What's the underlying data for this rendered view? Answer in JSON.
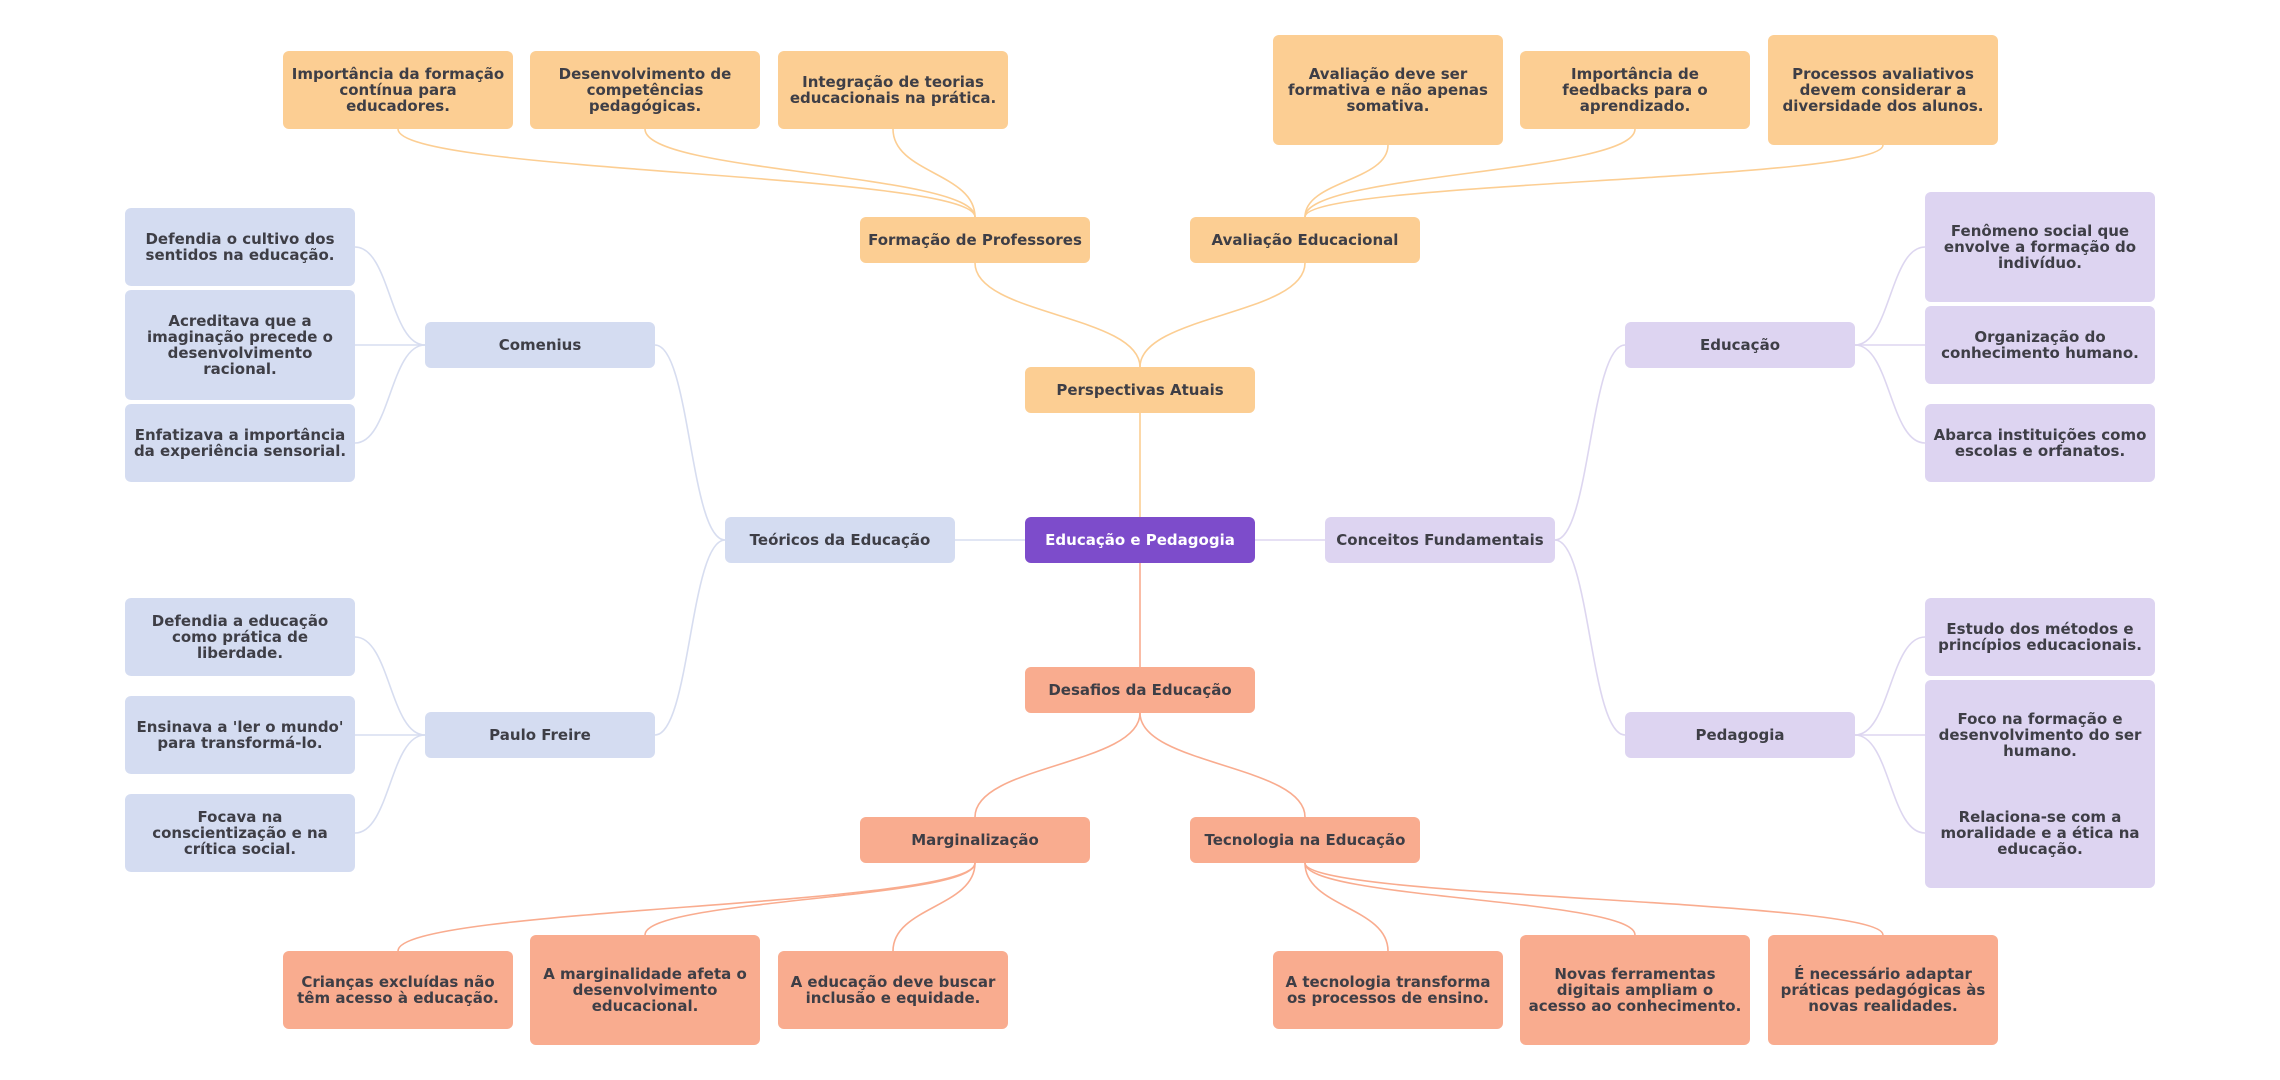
{
  "colors": {
    "root": "#7d4ccb",
    "perspectivas": "#fcce93",
    "desafios": "#f9ac8f",
    "teoricos": "#d4dcf1",
    "conceitos": "#ddd4f1",
    "link_orange": "#fcce93",
    "link_salmon": "#f9ac8f",
    "link_blue": "#d7ddf0",
    "link_purple": "#ddd6f0"
  },
  "root": "Educação e Pedagogia",
  "perspectivas": {
    "label": "Perspectivas Atuais",
    "formacao": {
      "label": "Formação de Professores",
      "items": [
        "Importância da formação contínua para educadores.",
        "Desenvolvimento de competências pedagógicas.",
        "Integração de teorias educacionais na prática."
      ]
    },
    "avaliacao": {
      "label": "Avaliação Educacional",
      "items": [
        "Avaliação deve ser formativa e não apenas somativa.",
        "Importância de feedbacks para o aprendizado.",
        "Processos avaliativos devem considerar a diversidade dos alunos."
      ]
    }
  },
  "desafios": {
    "label": "Desafios da Educação",
    "marginalizacao": {
      "label": "Marginalização",
      "items": [
        "Crianças excluídas não têm acesso à educação.",
        "A marginalidade afeta o desenvolvimento educacional.",
        "A educação deve buscar inclusão e equidade."
      ]
    },
    "tecnologia": {
      "label": "Tecnologia na Educação",
      "items": [
        "A tecnologia transforma os processos de ensino.",
        "Novas ferramentas digitais ampliam o acesso ao conhecimento.",
        "É necessário adaptar práticas pedagógicas às novas realidades."
      ]
    }
  },
  "teoricos": {
    "label": "Teóricos da Educação",
    "comenius": {
      "label": "Comenius",
      "items": [
        "Defendia o cultivo dos sentidos na educação.",
        "Acreditava que a imaginação precede o desenvolvimento racional.",
        "Enfatizava a importância da experiência sensorial."
      ]
    },
    "freire": {
      "label": "Paulo Freire",
      "items": [
        "Defendia a educação como prática de liberdade.",
        "Ensinava a 'ler o mundo' para transformá-lo.",
        "Focava na conscientização e na crítica social."
      ]
    }
  },
  "conceitos": {
    "label": "Conceitos Fundamentais",
    "educacao": {
      "label": "Educação",
      "items": [
        "Fenômeno social que envolve a formação do indivíduo.",
        "Organização do conhecimento humano.",
        "Abarca instituições como escolas e orfanatos."
      ]
    },
    "pedagogia": {
      "label": "Pedagogia",
      "items": [
        "Estudo dos métodos e princípios educacionais.",
        "Foco na formação e desenvolvimento do ser humano.",
        "Relaciona-se com a moralidade e a ética na educação."
      ]
    }
  }
}
